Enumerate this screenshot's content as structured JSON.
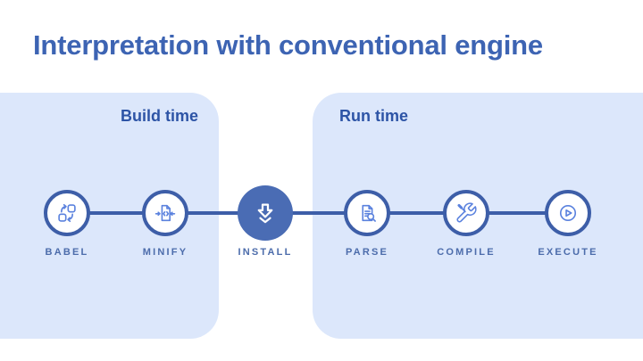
{
  "title": "Interpretation with conventional engine",
  "phases": [
    {
      "label": "Build time"
    },
    {
      "label": "Run time"
    }
  ],
  "pipeline": [
    {
      "label": "BABEL",
      "icon": "transform-icon",
      "phase": "Build time",
      "style": "outline"
    },
    {
      "label": "MINIFY",
      "icon": "minify-code-icon",
      "phase": "Build time",
      "style": "outline"
    },
    {
      "label": "INSTALL",
      "icon": "download-icon",
      "phase": "",
      "style": "filled"
    },
    {
      "label": "PARSE",
      "icon": "document-search-icon",
      "phase": "Run time",
      "style": "outline"
    },
    {
      "label": "COMPILE",
      "icon": "wrench-screwdriver-icon",
      "phase": "Run time",
      "style": "outline"
    },
    {
      "label": "EXECUTE",
      "icon": "play-icon",
      "phase": "Run time",
      "style": "outline"
    }
  ],
  "colors": {
    "background": "#ffffff",
    "title_text": "#3d64b3",
    "heading_text": "#2d54a6",
    "panel_fill": "#dce7fb",
    "node_border": "#3d5ea8",
    "install_fill": "#4a6cb4",
    "icon_stroke": "#5b82de",
    "label_text": "#4c6cab"
  }
}
